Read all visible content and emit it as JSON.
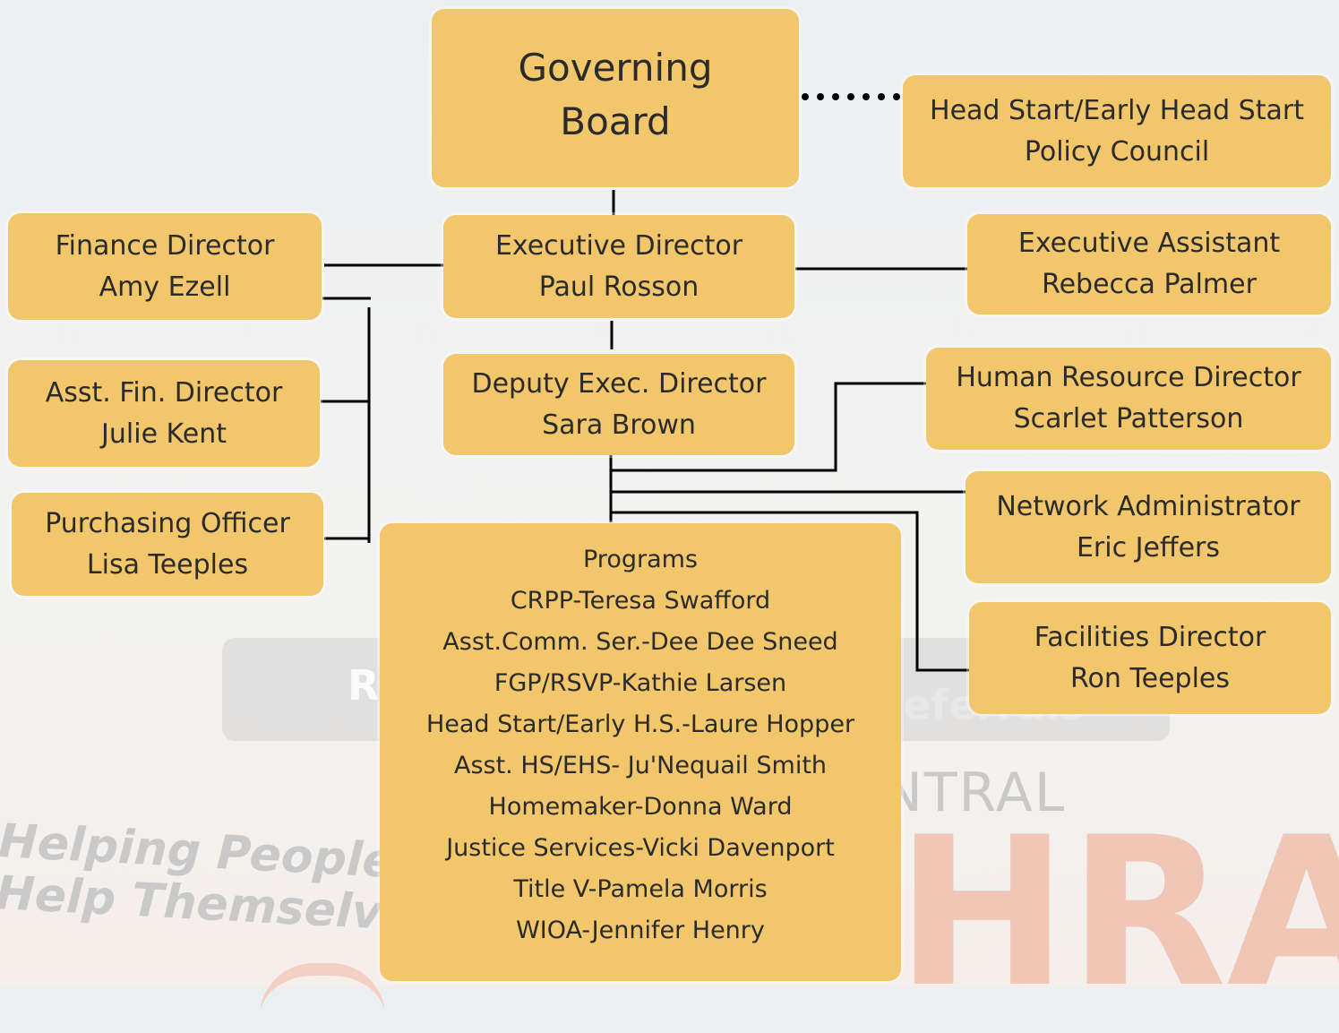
{
  "background": {
    "sign_left": "R",
    "sign_right": "eferrals",
    "central": "NTRAL",
    "hra": "HRA",
    "tagline_1": "Helping People",
    "tagline_2": "Help Themselves"
  },
  "colors": {
    "box_fill": "#f2c66b",
    "text": "#2b2b2b",
    "connector": "#000000",
    "hra_watermark": "#f0c6b6"
  },
  "nodes": {
    "governing_board": {
      "line1": "Governing",
      "line2": "Board"
    },
    "policy_council": {
      "line1": "Head Start/Early Head Start",
      "line2": "Policy Council"
    },
    "finance_director": {
      "line1": "Finance Director",
      "line2": "Amy Ezell"
    },
    "executive_director": {
      "line1": "Executive Director",
      "line2": "Paul Rosson"
    },
    "executive_assistant": {
      "line1": "Executive Assistant",
      "line2": "Rebecca Palmer"
    },
    "asst_fin_director": {
      "line1": "Asst. Fin. Director",
      "line2": "Julie Kent"
    },
    "deputy_exec_director": {
      "line1": "Deputy Exec. Director",
      "line2": "Sara Brown"
    },
    "hr_director": {
      "line1": "Human Resource Director",
      "line2": "Scarlet Patterson"
    },
    "purchasing_officer": {
      "line1": "Purchasing Officer",
      "line2": "Lisa Teeples"
    },
    "network_admin": {
      "line1": "Network Administrator",
      "line2": "Eric Jeffers"
    },
    "facilities_director": {
      "line1": "Facilities Director",
      "line2": "Ron Teeples"
    },
    "programs": {
      "title": "Programs",
      "items": [
        "CRPP-Teresa Swafford",
        "Asst.Comm. Ser.-Dee Dee Sneed",
        "FGP/RSVP-Kathie Larsen",
        "Head Start/Early H.S.-Laure Hopper",
        "Asst. HS/EHS- Ju'Nequail Smith",
        "Homemaker-Donna Ward",
        "Justice Services-Vicki Davenport",
        "Title V-Pamela Morris",
        "WIOA-Jennifer Henry"
      ]
    }
  },
  "edges": [
    {
      "from": "governing_board",
      "to": "policy_council",
      "style": "dotted"
    },
    {
      "from": "governing_board",
      "to": "executive_director",
      "style": "solid"
    },
    {
      "from": "executive_director",
      "to": "finance_director",
      "style": "solid"
    },
    {
      "from": "executive_director",
      "to": "executive_assistant",
      "style": "solid"
    },
    {
      "from": "executive_director",
      "to": "deputy_exec_director",
      "style": "solid"
    },
    {
      "from": "finance_director",
      "to": "asst_fin_director",
      "style": "solid"
    },
    {
      "from": "finance_director",
      "to": "purchasing_officer",
      "style": "solid"
    },
    {
      "from": "deputy_exec_director",
      "to": "hr_director",
      "style": "solid"
    },
    {
      "from": "deputy_exec_director",
      "to": "network_admin",
      "style": "solid"
    },
    {
      "from": "deputy_exec_director",
      "to": "facilities_director",
      "style": "solid"
    },
    {
      "from": "deputy_exec_director",
      "to": "programs",
      "style": "solid"
    }
  ]
}
